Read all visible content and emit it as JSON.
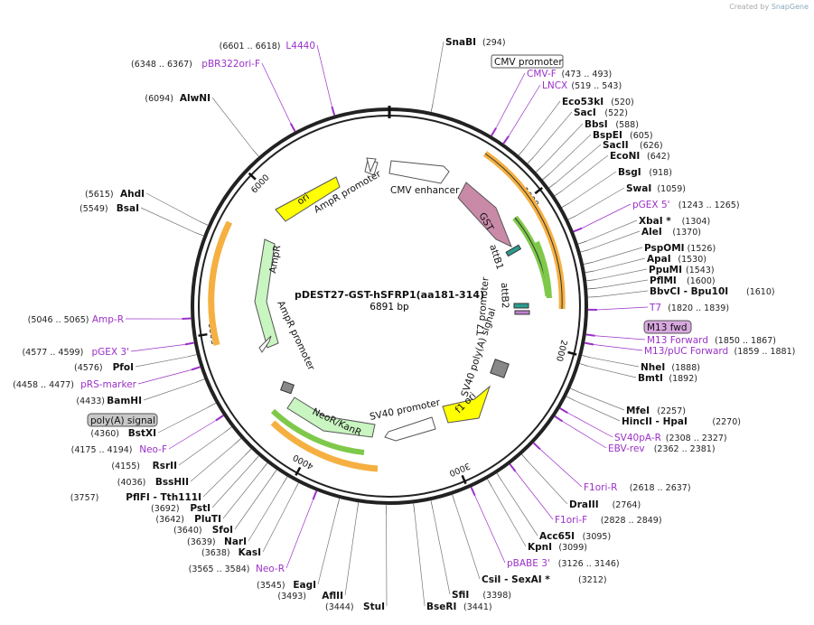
{
  "credit": {
    "prefix": "Created by",
    "brand": "SnapGene"
  },
  "plasmid": {
    "name": "pDEST27-GST-hSFRP1(aa181-314)",
    "length": "6891 bp"
  },
  "ticks": [
    "1000",
    "2000",
    "3000",
    "4000",
    "5000",
    "6000"
  ],
  "features": [
    {
      "label": "CMV enhancer"
    },
    {
      "label": "GST"
    },
    {
      "label": "attB1"
    },
    {
      "label": "attB2"
    },
    {
      "label": "T7 promoter"
    },
    {
      "label": "SV40 poly(A) signal"
    },
    {
      "label": "f1 ori"
    },
    {
      "label": "SV40 promoter"
    },
    {
      "label": "NeoR/KanR"
    },
    {
      "label": "AmpR promoter"
    },
    {
      "label": "AmpR"
    },
    {
      "label": "ori"
    },
    {
      "label": "AmpR promoter"
    }
  ],
  "boxed_labels": [
    {
      "label": "CMV promoter"
    },
    {
      "label": "M13 fwd"
    },
    {
      "label": "poly(A) signal"
    }
  ],
  "right_labels": [
    {
      "name": "SnaBI",
      "pos": "(294)",
      "kind": "enzyme"
    },
    {
      "name": "CMV-F",
      "pos": "(473 .. 493)",
      "kind": "primer"
    },
    {
      "name": "LNCX",
      "pos": "(519 .. 543)",
      "kind": "primer"
    },
    {
      "name": "Eco53kI",
      "pos": "(520)",
      "kind": "enzyme"
    },
    {
      "name": "SacI",
      "pos": "(522)",
      "kind": "enzyme"
    },
    {
      "name": "BbsI",
      "pos": "(588)",
      "kind": "enzyme"
    },
    {
      "name": "BspEI",
      "pos": "(605)",
      "kind": "enzyme"
    },
    {
      "name": "SacII",
      "pos": "(626)",
      "kind": "enzyme"
    },
    {
      "name": "EcoNI",
      "pos": "(642)",
      "kind": "enzyme"
    },
    {
      "name": "BsgI",
      "pos": "(918)",
      "kind": "enzyme"
    },
    {
      "name": "SwaI",
      "pos": "(1059)",
      "kind": "enzyme"
    },
    {
      "name": "pGEX 5'",
      "pos": "(1243 .. 1265)",
      "kind": "primer"
    },
    {
      "name": "XbaI *",
      "pos": "(1304)",
      "kind": "enzyme"
    },
    {
      "name": "AleI",
      "pos": "(1370)",
      "kind": "enzyme"
    },
    {
      "name": "PspOMI",
      "pos": "(1526)",
      "kind": "enzyme"
    },
    {
      "name": "ApaI",
      "pos": "(1530)",
      "kind": "enzyme"
    },
    {
      "name": "PpuMI",
      "pos": "(1543)",
      "kind": "enzyme"
    },
    {
      "name": "PflMI",
      "pos": "(1600)",
      "kind": "enzyme"
    },
    {
      "name": "BbvCI  - Bpu10I",
      "pos": "(1610)",
      "kind": "enzyme"
    },
    {
      "name": "T7",
      "pos": "(1820 .. 1839)",
      "kind": "primer"
    },
    {
      "name": "M13 Forward",
      "pos": "(1850 .. 1867)",
      "kind": "primer"
    },
    {
      "name": "M13/pUC Forward",
      "pos": "(1859 .. 1881)",
      "kind": "primer"
    },
    {
      "name": "NheI",
      "pos": "(1888)",
      "kind": "enzyme"
    },
    {
      "name": "BmtI",
      "pos": "(1892)",
      "kind": "enzyme"
    },
    {
      "name": "MfeI",
      "pos": "(2257)",
      "kind": "enzyme"
    },
    {
      "name": "HincII  - HpaI",
      "pos": "(2270)",
      "kind": "enzyme"
    },
    {
      "name": "SV40pA-R",
      "pos": "(2308 .. 2327)",
      "kind": "primer"
    },
    {
      "name": "EBV-rev",
      "pos": "(2362 .. 2381)",
      "kind": "primer"
    },
    {
      "name": "F1ori-R",
      "pos": "(2618 .. 2637)",
      "kind": "primer"
    },
    {
      "name": "DraIII",
      "pos": "(2764)",
      "kind": "enzyme"
    },
    {
      "name": "F1ori-F",
      "pos": "(2828 .. 2849)",
      "kind": "primer"
    },
    {
      "name": "Acc65I",
      "pos": "(3095)",
      "kind": "enzyme"
    },
    {
      "name": "KpnI",
      "pos": "(3099)",
      "kind": "enzyme"
    },
    {
      "name": "pBABE 3'",
      "pos": "(3126 .. 3146)",
      "kind": "primer"
    },
    {
      "name": "CsiI  - SexAI *",
      "pos": "(3212)",
      "kind": "enzyme"
    },
    {
      "name": "SfiI",
      "pos": "(3398)",
      "kind": "enzyme"
    },
    {
      "name": "BseRI",
      "pos": "(3441)",
      "kind": "enzyme"
    }
  ],
  "left_labels": [
    {
      "name": "L4440",
      "pos": "(6601 .. 6618)",
      "kind": "primer"
    },
    {
      "name": "pBR322ori-F",
      "pos": "(6348 .. 6367)",
      "kind": "primer"
    },
    {
      "name": "AlwNI",
      "pos": "(6094)",
      "kind": "enzyme"
    },
    {
      "name": "AhdI",
      "pos": "(5615)",
      "kind": "enzyme"
    },
    {
      "name": "BsaI",
      "pos": "(5549)",
      "kind": "enzyme"
    },
    {
      "name": "Amp-R",
      "pos": "(5046 .. 5065)",
      "kind": "primer"
    },
    {
      "name": "pGEX 3'",
      "pos": "(4577 .. 4599)",
      "kind": "primer"
    },
    {
      "name": "PfoI",
      "pos": "(4576)",
      "kind": "enzyme"
    },
    {
      "name": "pRS-marker",
      "pos": "(4458 .. 4477)",
      "kind": "primer"
    },
    {
      "name": "BamHI",
      "pos": "(4433)",
      "kind": "enzyme"
    },
    {
      "name": "BstXI",
      "pos": "(4360)",
      "kind": "enzyme"
    },
    {
      "name": "Neo-F",
      "pos": "(4175 .. 4194)",
      "kind": "primer"
    },
    {
      "name": "RsrII",
      "pos": "(4155)",
      "kind": "enzyme"
    },
    {
      "name": "BssHII",
      "pos": "(4036)",
      "kind": "enzyme"
    },
    {
      "name": "PflFI  - Tth111I",
      "pos": "(3757)",
      "kind": "enzyme"
    },
    {
      "name": "PstI",
      "pos": "(3692)",
      "kind": "enzyme"
    },
    {
      "name": "PluTI",
      "pos": "(3642)",
      "kind": "enzyme"
    },
    {
      "name": "SfoI",
      "pos": "(3640)",
      "kind": "enzyme"
    },
    {
      "name": "NarI",
      "pos": "(3639)",
      "kind": "enzyme"
    },
    {
      "name": "KasI",
      "pos": "(3638)",
      "kind": "enzyme"
    },
    {
      "name": "Neo-R",
      "pos": "(3565 .. 3584)",
      "kind": "primer"
    },
    {
      "name": "EagI",
      "pos": "(3545)",
      "kind": "enzyme"
    },
    {
      "name": "AflII",
      "pos": "(3493)",
      "kind": "enzyme"
    },
    {
      "name": "StuI",
      "pos": "(3444)",
      "kind": "enzyme"
    }
  ],
  "colors": {
    "enzyme": "#111111",
    "primer": "#9b30c8",
    "gst": "#c98aa8",
    "ori": "#ffff00",
    "ampr": "#c8f5c0",
    "neo": "#c8f5c0",
    "f1ori": "#ffff00",
    "orange_arc": "#f5b041",
    "green_arc": "#7fc94a"
  }
}
